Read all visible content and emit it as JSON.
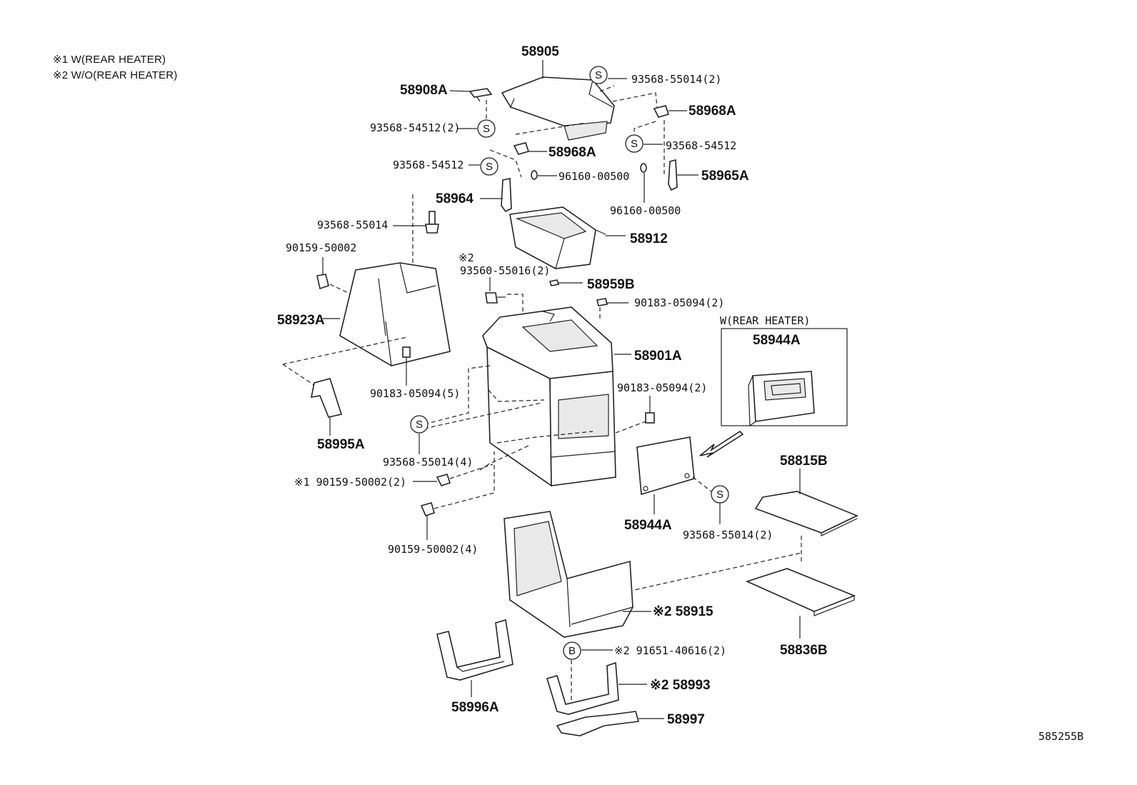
{
  "notes": {
    "note1": "※1 W(REAR HEATER)",
    "note2": "※2 W/O(REAR HEATER)"
  },
  "inset": {
    "title": "W(REAR HEATER)",
    "part": "58944A"
  },
  "symbols": {
    "s": "S",
    "b": "B"
  },
  "labels": {
    "p58905": "58905",
    "p58908A": "58908A",
    "p93568_55014_2_top": "93568-55014(2)",
    "p58968A_right": "58968A",
    "p93568_54512_2": "93568-54512(2)",
    "p58968A_left": "58968A",
    "p93568_54512_right": "93568-54512",
    "p93568_54512_left": "93568-54512",
    "p96160_00500_a": "96160-00500",
    "p58965A": "58965A",
    "p58964": "58964",
    "p96160_00500_b": "96160-00500",
    "p93568_55014": "93568-55014",
    "p58912": "58912",
    "p90159_50002": "90159-50002",
    "p_ref2_a": "※2",
    "p93560_55016_2": "93560-55016(2)",
    "p58959B": "58959B",
    "p90183_05094_2_a": "90183-05094(2)",
    "p58923A": "58923A",
    "p58901A": "58901A",
    "p90183_05094_5": "90183-05094(5)",
    "p90183_05094_2_b": "90183-05094(2)",
    "p58995A": "58995A",
    "p93568_55014_4": "93568-55014(4)",
    "p90159_50002_2": "※1 90159-50002(2)",
    "p58944A": "58944A",
    "p58815B": "58815B",
    "p93568_55014_2_bot": "93568-55014(2)",
    "p90159_50002_4": "90159-50002(4)",
    "p58915": "※2 58915",
    "p58836B": "58836B",
    "p91651_40616_2": "※2 91651-40616(2)",
    "p58993": "※2 58993",
    "p58996A": "58996A",
    "p58997": "58997"
  },
  "figure_id": "585255B"
}
